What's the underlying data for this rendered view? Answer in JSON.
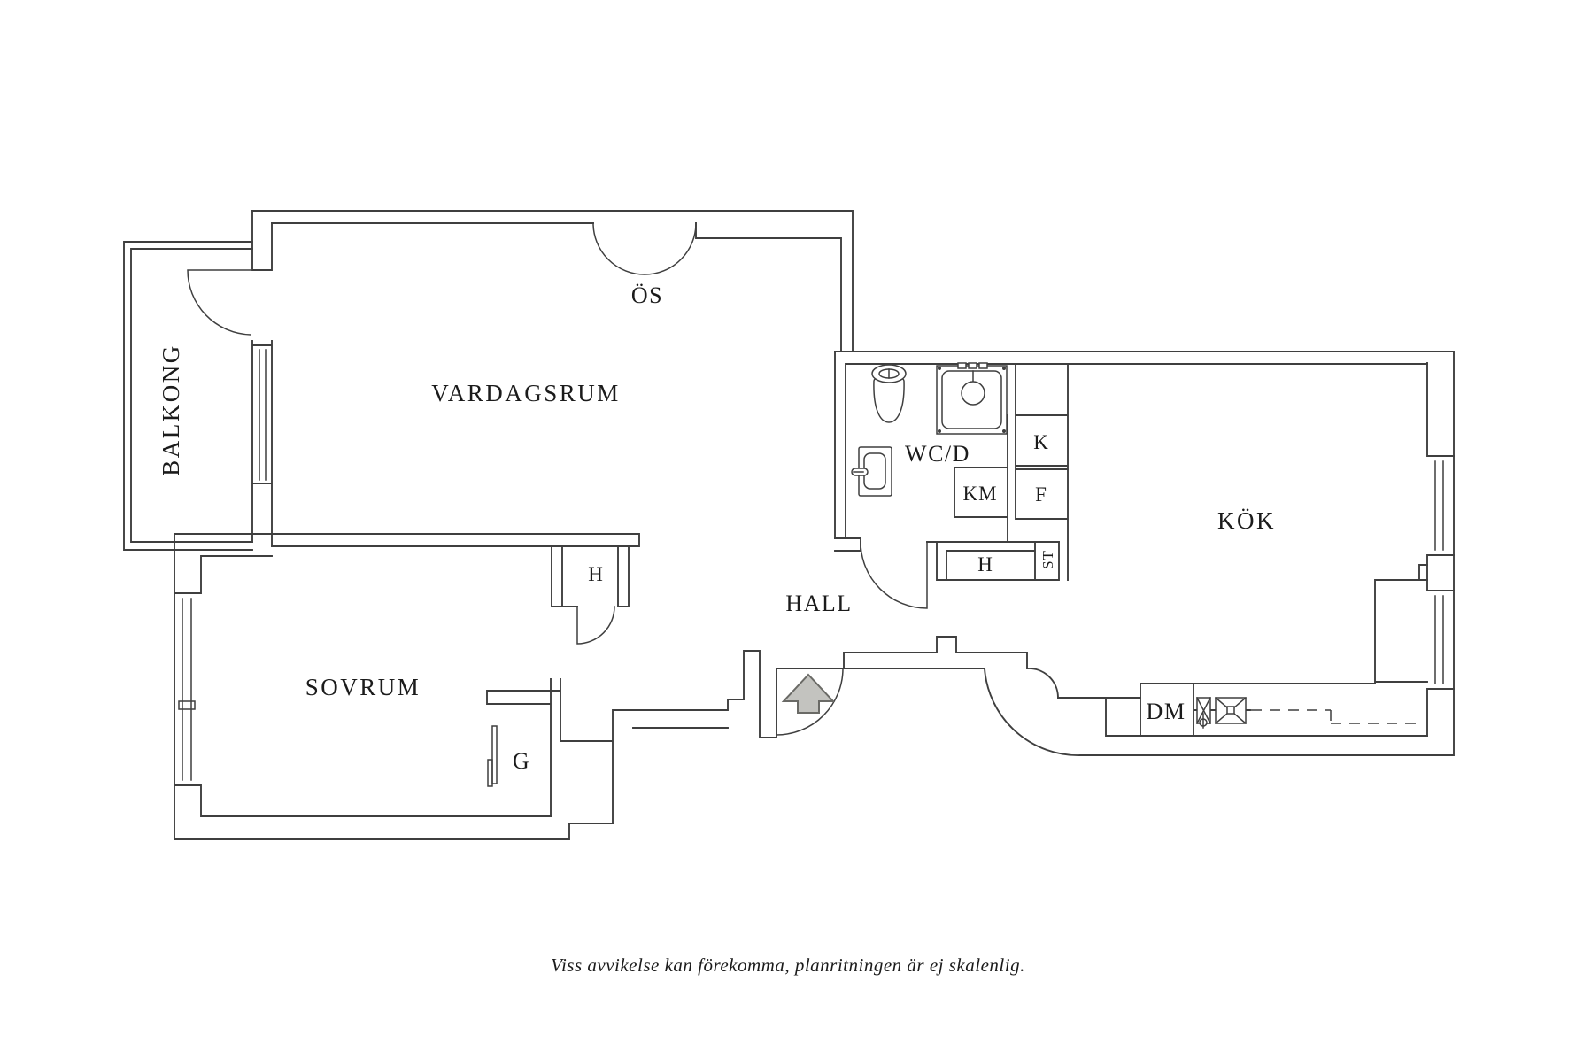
{
  "rooms": {
    "balcony": "BALKONG",
    "living_room": "VARDAGSRUM",
    "bedroom": "SOVRUM",
    "hall": "HALL",
    "bathroom": "WC/D",
    "kitchen": "KÖK"
  },
  "features": {
    "fireplace": "ÖS",
    "hall_closet": "H",
    "wardrobe": "G",
    "washing_machine": "KM",
    "fridge": "K",
    "freezer": "F",
    "kitchen_closet": "H",
    "cleaning_closet": "ST",
    "dishwasher": "DM"
  },
  "footer": {
    "disclaimer": "Viss avvikelse kan förekomma, planritningen är ej skalenlig."
  },
  "colors": {
    "line": "#3f3f3f",
    "text": "#1b1b1b",
    "arrow_fill": "#c3c3bf",
    "arrow_stroke": "#6a6a66",
    "background": "#ffffff"
  }
}
